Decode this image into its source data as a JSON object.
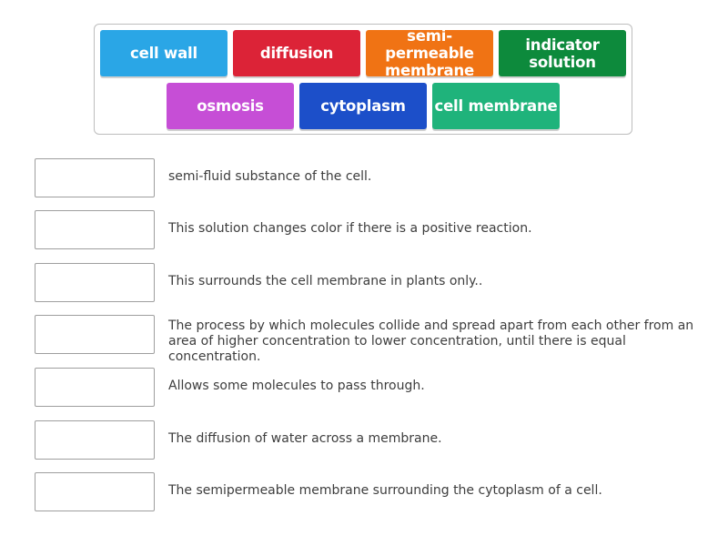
{
  "tiles": [
    {
      "label": "cell wall",
      "color": "#2aa6e6"
    },
    {
      "label": "diffusion",
      "color": "#dc2337"
    },
    {
      "label": "semi-permeable membrane",
      "color": "#f07314"
    },
    {
      "label": "indicator solution",
      "color": "#0d8a3c"
    },
    {
      "label": "osmosis",
      "color": "#c64ed6"
    },
    {
      "label": "cytoplasm",
      "color": "#1c4fc9"
    },
    {
      "label": "cell membrane",
      "color": "#1fb37b"
    }
  ],
  "definitions": [
    "semi-fluid substance of the cell.",
    "This solution changes color if there is a positive reaction.",
    "This surrounds the cell membrane in plants only..",
    "The process by which molecules collide and spread apart from each other from an area of higher concentration to lower concentration, until there is equal concentration.",
    "Allows some molecules to pass through.",
    "The diffusion of water across a membrane.",
    "The semipermeable membrane surrounding the cytoplasm of a cell."
  ]
}
